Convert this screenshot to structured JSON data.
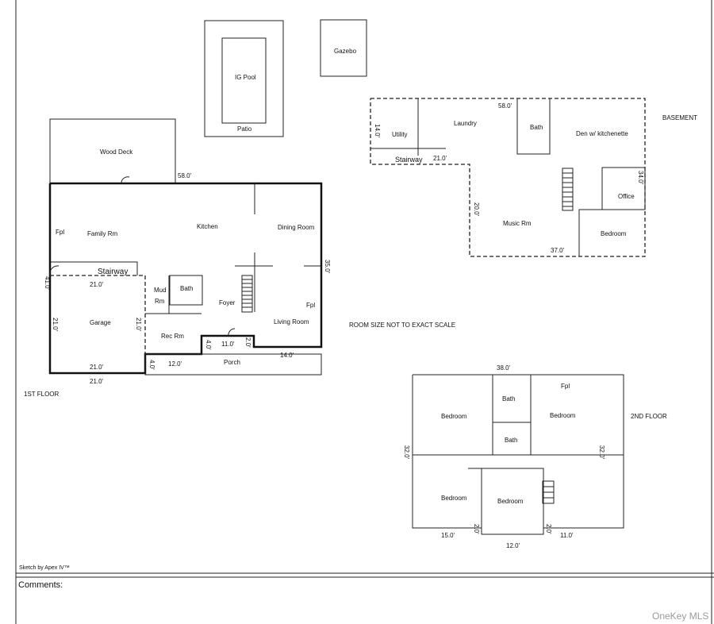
{
  "outdoor": {
    "pool": "IG Pool",
    "patio": "Patio",
    "gazebo": "Gazebo",
    "deck": "Wood Deck"
  },
  "first_floor": {
    "title": "1ST FLOOR",
    "rooms": {
      "family": "Family Rm",
      "kitchen": "Kitchen",
      "dining": "Dining Room",
      "fpl1": "Fpl",
      "fpl2": "Fpl",
      "stairway": "Stairway",
      "mud": "Mud",
      "mud2": "Rm",
      "bath": "Bath",
      "foyer": "Foyer",
      "living": "Living Room",
      "garage": "Garage",
      "rec": "Rec Rm",
      "porch": "Porch"
    },
    "dims": {
      "top": "58.0'",
      "left": "41.0'",
      "right": "35.0'",
      "g_top": "21.0'",
      "g_left": "21.0'",
      "g_right": "21.0'",
      "g_bot": "21.0'",
      "g_out": "21.0'",
      "p4a": "4.0'",
      "p4b": "4.0'",
      "p11": "11.0'",
      "p2": "2.0'",
      "p12": "12.0'",
      "p14": "14.0'"
    }
  },
  "basement": {
    "title": "BASEMENT",
    "rooms": {
      "utility": "Utility",
      "laundry": "Laundry",
      "bath": "Bath",
      "den": "Den w/ kitchenette",
      "stairway": "Stairway",
      "office": "Office",
      "music": "Music Rm",
      "bedroom": "Bedroom"
    },
    "dims": {
      "top": "58.0'",
      "left": "14.0'",
      "stair": "21.0'",
      "mid": "20.0'",
      "office": "34.0'",
      "bot": "37.0'"
    }
  },
  "note": "ROOM SIZE NOT TO EXACT SCALE",
  "second_floor": {
    "title": "2ND FLOOR",
    "rooms": {
      "bed1": "Bedroom",
      "bath1": "Bath",
      "fpl": "Fpl",
      "bed2": "Bedroom",
      "bath2": "Bath",
      "bed3": "Bedroom",
      "bed4": "Bedroom"
    },
    "dims": {
      "top": "38.0'",
      "left": "32.0'",
      "right": "32.0'",
      "b15": "15.0'",
      "b2a": "2.0'",
      "b12": "12.0'",
      "b2b": "2.0'",
      "b11": "11.0'"
    }
  },
  "footer": {
    "credit": "Sketch by Apex IV™",
    "comments": "Comments:",
    "watermark": "OneKey MLS"
  }
}
